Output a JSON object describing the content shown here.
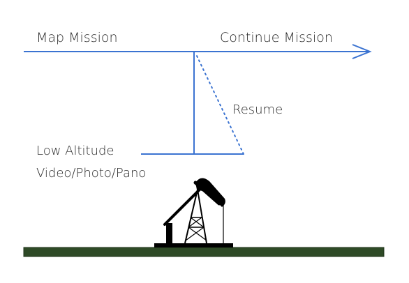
{
  "labels": {
    "map_mission": "Map Mission",
    "continue_mission": "Continue Mission",
    "resume": "Resume",
    "low_altitude": "Low Altitude",
    "video_photo_pano": "Video/Photo/Pano"
  },
  "icons": {
    "pump_jack": "pump-jack-icon",
    "arrow": "arrow-head-icon"
  },
  "colors": {
    "path": "#3b73d1",
    "ground": "#2e4a26",
    "ground_edge": "#1f3319",
    "pump": "#000000",
    "text": "#2b2b2b"
  }
}
